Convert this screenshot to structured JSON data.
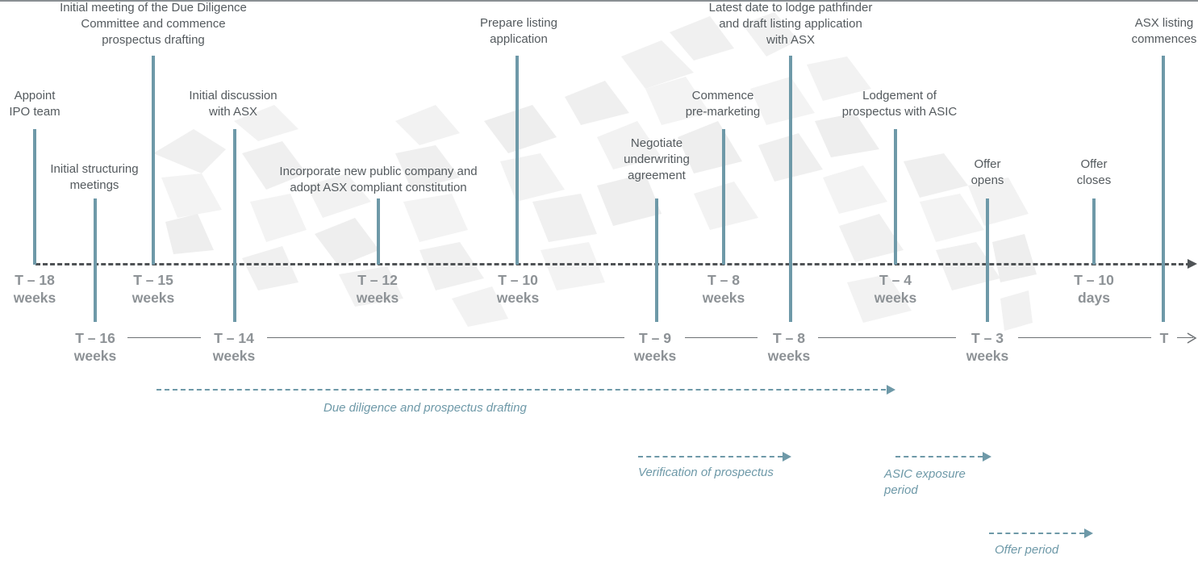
{
  "milestones": [
    {
      "id": "appoint-ipo-team",
      "text": "Appoint\nIPO team",
      "week": "T – 18\nweeks"
    },
    {
      "id": "initial-structuring",
      "text": "Initial structuring\nmeetings",
      "week": "T – 16\nweeks"
    },
    {
      "id": "initial-meeting-ddc",
      "text": "Initial meeting of the Due Diligence\nCommittee and commence\nprospectus drafting",
      "week": "T – 15\nweeks"
    },
    {
      "id": "initial-discussion-asx",
      "text": "Initial discussion\nwith ASX",
      "week": "T – 14\nweeks"
    },
    {
      "id": "incorporate-public-company",
      "text": "Incorporate new public company and\nadopt ASX compliant constitution",
      "week": "T – 12\nweeks"
    },
    {
      "id": "prepare-listing-application",
      "text": "Prepare listing\napplication",
      "week": "T – 10\nweeks"
    },
    {
      "id": "negotiate-underwriting",
      "text": "Negotiate\nunderwriting\nagreement",
      "week": "T – 9\nweeks"
    },
    {
      "id": "commence-premarketing",
      "text": "Commence\npre-marketing",
      "week": "T – 8\nweeks"
    },
    {
      "id": "latest-date-pathfinder",
      "text": "Latest date to lodge pathfinder\nand draft listing application\nwith ASX",
      "week": "T – 8\nweeks"
    },
    {
      "id": "lodgement-prospectus-asic",
      "text": "Lodgement of\nprospectus with ASIC",
      "week": "T – 4\nweeks"
    },
    {
      "id": "offer-opens",
      "text": "Offer\nopens",
      "week": "T – 3\nweeks"
    },
    {
      "id": "offer-closes",
      "text": "Offer\ncloses",
      "week": "T – 10\ndays"
    },
    {
      "id": "asx-listing-commences",
      "text": "ASX listing\ncommences",
      "week": "T"
    }
  ],
  "phases": [
    {
      "id": "due-diligence",
      "label": "Due diligence and prospectus drafting"
    },
    {
      "id": "verification",
      "label": "Verification of prospectus"
    },
    {
      "id": "asic-exposure",
      "label": "ASIC exposure\nperiod"
    },
    {
      "id": "offer-period",
      "label": "Offer period"
    }
  ],
  "colors": {
    "accent": "#6e99a8",
    "axis": "#4f5356",
    "week_text": "#8d9296",
    "background_pattern": "#f0f0f0"
  }
}
